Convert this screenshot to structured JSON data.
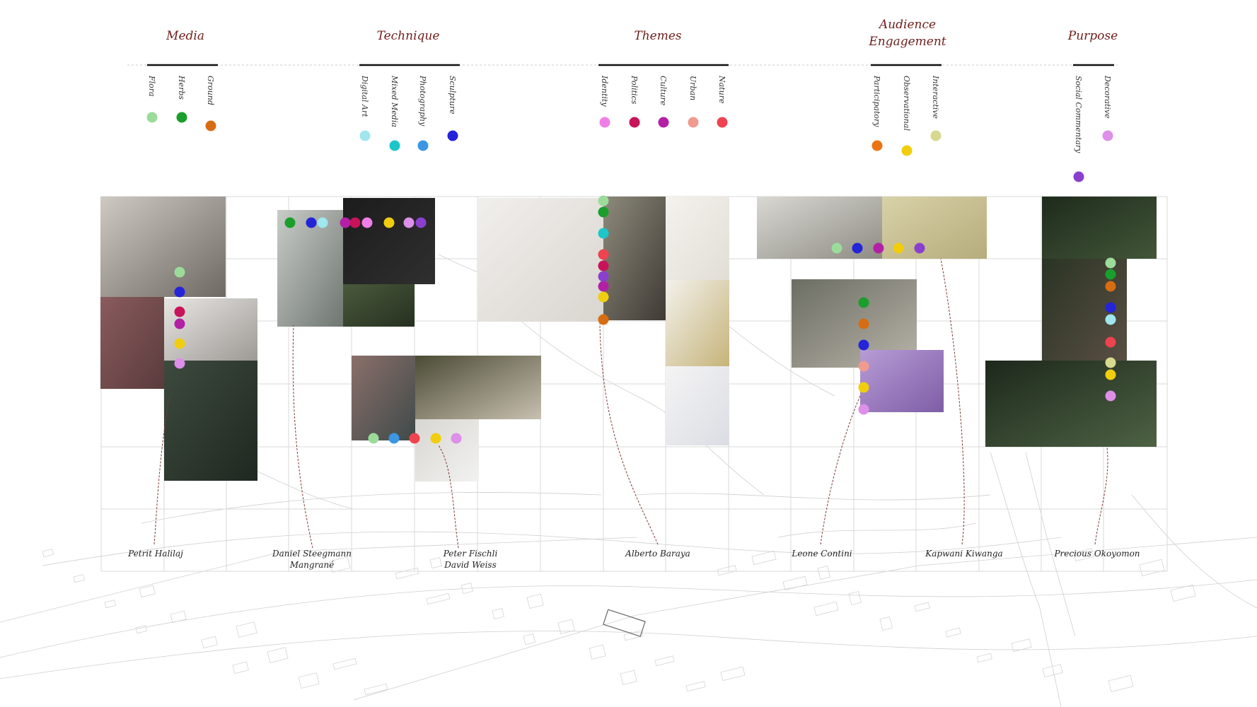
{
  "colors": {
    "flora": "#9bdc9a",
    "herbs": "#1a9e2c",
    "ground": "#d66d12",
    "digital_art": "#9fe6ef",
    "mixed_media": "#1dc6c9",
    "photography": "#3b97e4",
    "sculpture": "#2424d8",
    "identity": "#ef7fe6",
    "politics": "#c8135a",
    "culture": "#b320a6",
    "urban": "#f19a8f",
    "nature": "#ef4350",
    "participatory": "#ea7412",
    "observational": "#f1cd0e",
    "interactive": "#d6d98e",
    "social_commentary": "#8b3fcf",
    "decorative": "#dd8fe9",
    "title_color": "#6e1f1c"
  },
  "categories": [
    {
      "title": "Media",
      "items": [
        {
          "label": "Flora",
          "color": "flora"
        },
        {
          "label": "Herbs",
          "color": "herbs"
        },
        {
          "label": "Ground",
          "color": "ground"
        }
      ]
    },
    {
      "title": "Technique",
      "items": [
        {
          "label": "Digital Art",
          "color": "digital_art"
        },
        {
          "label": "Mixed Media",
          "color": "mixed_media"
        },
        {
          "label": "Photography",
          "color": "photography"
        },
        {
          "label": "Sculpture",
          "color": "sculpture"
        }
      ]
    },
    {
      "title": "Themes",
      "items": [
        {
          "label": "Identity",
          "color": "identity"
        },
        {
          "label": "Politics",
          "color": "politics"
        },
        {
          "label": "Culture",
          "color": "culture"
        },
        {
          "label": "Urban",
          "color": "urban"
        },
        {
          "label": "Nature",
          "color": "nature"
        }
      ]
    },
    {
      "title_line1": "Audience",
      "title_line2": "Engagement",
      "items": [
        {
          "label": "Participatory",
          "color": "participatory"
        },
        {
          "label": "Observational",
          "color": "observational"
        },
        {
          "label": "Interactive",
          "color": "interactive"
        }
      ]
    },
    {
      "title": "Purpose",
      "items": [
        {
          "label": "Social Commentary",
          "color": "social_commentary"
        },
        {
          "label": "Decorative",
          "color": "decorative"
        }
      ]
    }
  ],
  "artists": [
    {
      "name": "Petrit Halilaj",
      "tags": [
        "flora",
        "sculpture",
        "politics",
        "culture",
        "observational",
        "decorative"
      ]
    },
    {
      "name_line1": "Daniel Steegmann",
      "name_line2": "Mangrané",
      "tags": [
        "herbs",
        "sculpture",
        "digital_art",
        "culture",
        "politics",
        "identity",
        "observational",
        "decorative",
        "social_commentary"
      ]
    },
    {
      "name_line1": "Peter Fischli",
      "name_line2": "David Weiss",
      "tags": [
        "flora",
        "photography",
        "nature",
        "observational",
        "decorative"
      ]
    },
    {
      "name": "Alberto Baraya",
      "tags": [
        "flora",
        "herbs",
        "mixed_media",
        "nature",
        "politics",
        "culture",
        "observational",
        "ground",
        "social_commentary"
      ]
    },
    {
      "name": "Leone Contini",
      "tags": [
        "herbs",
        "ground",
        "sculpture",
        "urban",
        "observational",
        "decorative"
      ]
    },
    {
      "name": "Kapwani Kiwanga",
      "tags": [
        "flora",
        "sculpture",
        "culture",
        "observational",
        "social_commentary"
      ]
    },
    {
      "name": "Precious Okoyomon",
      "tags": [
        "flora",
        "herbs",
        "ground",
        "sculpture",
        "digital_art",
        "nature",
        "interactive",
        "observational",
        "decorative"
      ]
    }
  ]
}
